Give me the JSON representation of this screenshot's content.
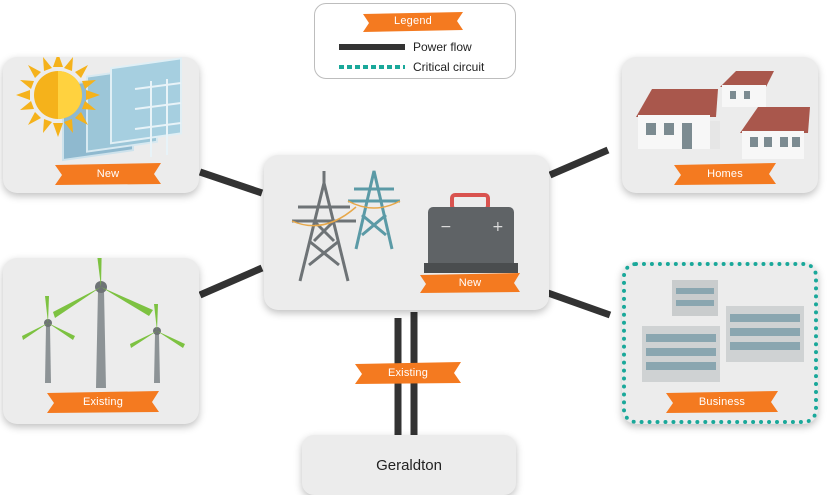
{
  "legend": {
    "title": "Legend",
    "power_flow": "Power flow",
    "critical_circuit": "Critical circuit"
  },
  "cards": {
    "solar": "New",
    "wind": "Existing",
    "hub": "New",
    "homes": "Homes",
    "business": "Business",
    "grid_link": "Existing"
  },
  "geraldton": "Geraldton",
  "colors": {
    "ribbon": "#f47a20",
    "power_flow": "#3a3a3a",
    "critical_circuit": "#1aa89a",
    "card": "#ececec",
    "wind_blade": "#7dc241",
    "sun": "#f5b21b",
    "roof": "#a9574c",
    "tower": "#6e7376"
  }
}
